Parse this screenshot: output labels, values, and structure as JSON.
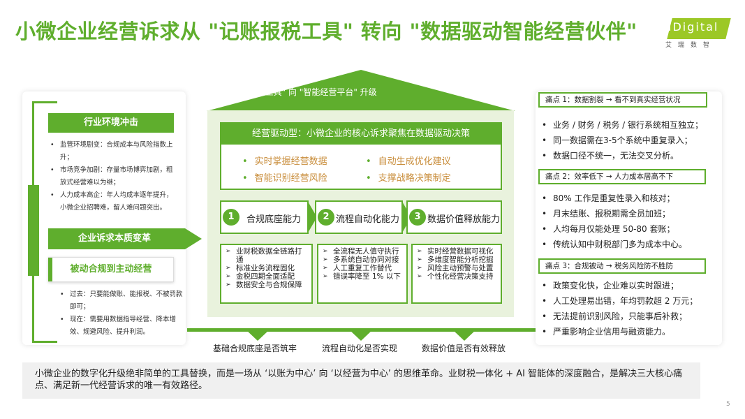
{
  "title": "小微企业经营诉求从 \"记账报税工具\" 转向 \"数据驱动智能经营伙伴\"",
  "logo": {
    "text": "iDigital",
    "sub": "艾瑞数智"
  },
  "left": {
    "env_title": "行业环境冲击",
    "env_items": [
      "监管环境剧变：合规成本与风险指数上升；",
      "市场竞争加剧：存量市场博弈加剧，粗放式经营难以为继；",
      "人力成本高企：年人均成本逐年提升，小微企业招聘难，留人难问题突出。"
    ],
    "change_title": "企业诉求本质变革",
    "passive_title": "被动合规到主动经营",
    "passive_items": [
      "过去：只要能做账、能报税、不被罚款即可；",
      "现在：需要用数据指导经营、降本增效、规避风险、提升利润。"
    ]
  },
  "center": {
    "roof_text": "从 \"记账报税工具\" 向 \"智能经营平台\" 升级",
    "core_title": "经营驱动型：小微企业的核心诉求聚焦在数据驱动决策",
    "core_items": [
      "实时掌握经营数据",
      "自动生成优化建议",
      "智能识别经营风险",
      "支撑战略决策制定"
    ],
    "capabilities": [
      {
        "num": "1",
        "label": "合规底座能力"
      },
      {
        "num": "2",
        "label": "流程自动化能力"
      },
      {
        "num": "3",
        "label": "数据价值释放能力"
      }
    ],
    "details": [
      [
        "业财税数据全链路打通",
        "标准业务流程固化",
        "金税四期全面适配",
        "数据安全与合规保障"
      ],
      [
        "全流程无人值守执行",
        "多系统自动协同对接",
        "人工重复工作替代",
        "错误率降至 1% 以下"
      ],
      [
        "实时经营数据可视化",
        "多维度智能分析挖掘",
        "风险主动预警与处置",
        "个性化经营决策支持"
      ]
    ],
    "base_labels": [
      "基础合规底座是否筑牢",
      "流程自动化是否实现",
      "数据价值是否有效释放"
    ]
  },
  "right": {
    "pains": [
      {
        "title": "痛点 1：数据割裂 → 看不到真实经营状况",
        "items": [
          "业务 / 财务 / 税务 / 银行系统相互独立；",
          "同一数据需在3-5个系统中重复录入；",
          "数据口径不统一，无法交叉分析。"
        ]
      },
      {
        "title": "痛点 2：效率低下 → 人力成本居高不下",
        "items": [
          "80% 工作是重复性录入和核对；",
          "月末结账、报税期需全员加班；",
          "人均每月仅能处理 50-80 套账；",
          "传统认知中财税部门多为成本中心。"
        ]
      },
      {
        "title": "痛点 3：合规被动 → 税务风险防不胜防",
        "items": [
          "政策变化快，企业难以实时跟进；",
          "人工处理易出错，年均罚款超 2 万元；",
          "无法提前识别风险，只能事后补救；",
          "严重影响企业信用与融资能力。"
        ]
      }
    ]
  },
  "bottom_text": "小微企业的数字化升级绝非简单的工具替换，而是一场从 ‘以账为中心’ 向 ‘以经营为中心’ 的思维革命。业财税一体化 + AI 智能体的深度融合，是解决三大核心痛点、满足新一代经营诉求的唯一有效路径。",
  "page_number": "5"
}
